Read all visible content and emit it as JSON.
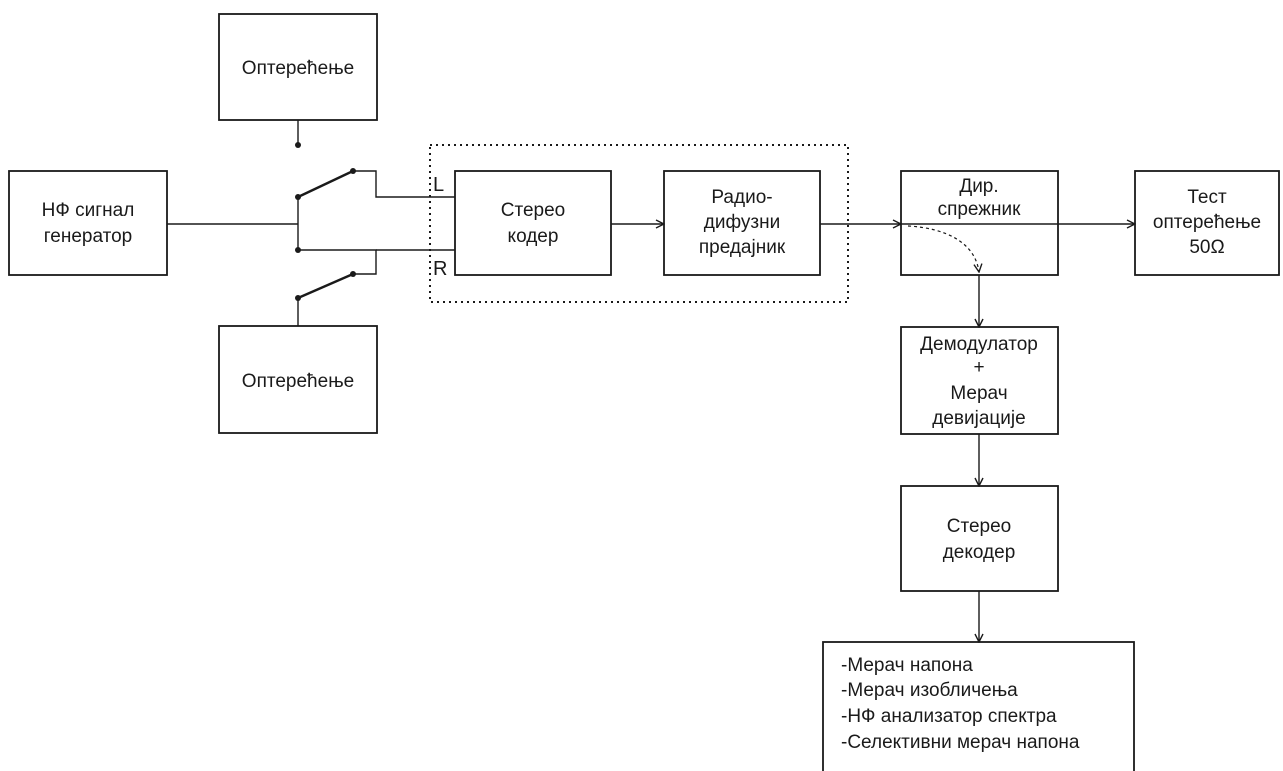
{
  "blocks": {
    "load_top": "Оптерећење",
    "load_bottom": "Оптерећење",
    "lf_generator": [
      "НФ сигнал",
      "генератор"
    ],
    "stereo_coder": [
      "Стерео",
      "кодер"
    ],
    "broadcast_tx": [
      "Радио-",
      "дифузни",
      "предајник"
    ],
    "dir_coupler": [
      "Дир.",
      "спрежник"
    ],
    "test_load": [
      "Тест",
      "оптерећење",
      "50Ω"
    ],
    "demodulator": [
      "Демодулатор",
      "+",
      "Мерач",
      "девијације"
    ],
    "stereo_decoder": [
      "Стерео",
      "декодер"
    ],
    "instruments": [
      "-Мерач напона",
      "-Мерач изобличења",
      "-НФ анализатор спектра",
      "-Селективни мерач напона"
    ]
  },
  "channel_labels": {
    "left": "L",
    "right": "R"
  }
}
